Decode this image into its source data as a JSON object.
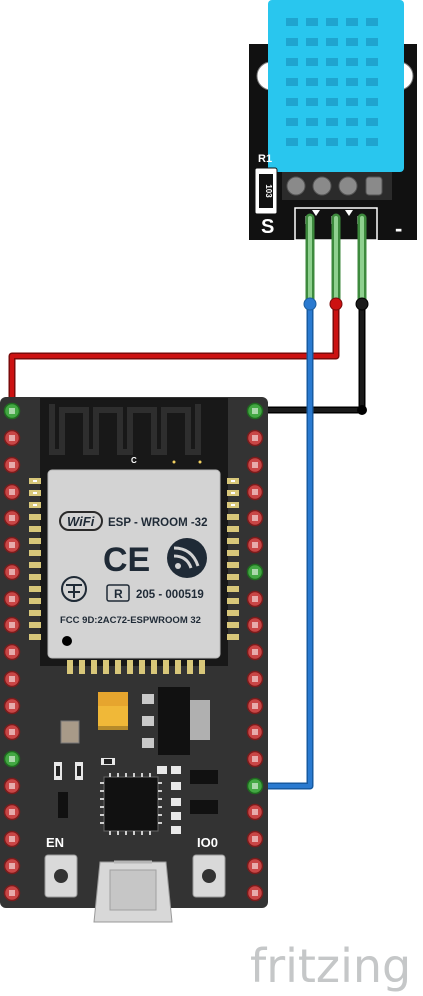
{
  "module": {
    "label_r1": "R1",
    "resistor_code": "103",
    "pin_s": "S",
    "pin_minus": "-"
  },
  "board": {
    "shield_c": "C",
    "wifi_text": "WiFi",
    "model": "ESP - WROOM -32",
    "ce_mark": "CE",
    "r_mark": "R",
    "cert_number": "205 - 000519",
    "fcc_id": "FCC  9D:2AC72-ESPWROOM 32",
    "btn_en": "EN",
    "btn_io0": "IO0"
  },
  "footer": {
    "brand": "fritzing"
  },
  "colors": {
    "wire_red": "#cc1111",
    "wire_black": "#111111",
    "wire_blue": "#2a7ad0",
    "sensor": "#29c6ee",
    "board": "#333333",
    "pcb_module": "#181818"
  }
}
